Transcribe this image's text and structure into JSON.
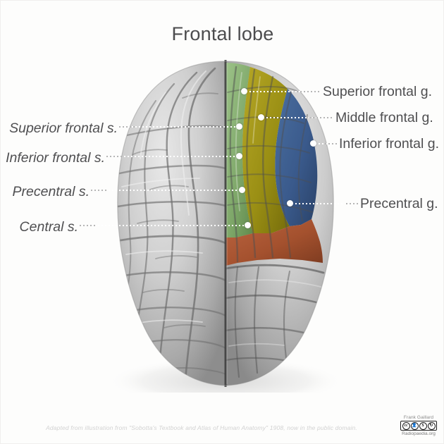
{
  "page": {
    "title": "Frontal lobe",
    "background_color": "#fdfdfc"
  },
  "figure": {
    "subject": "human-brain-superior-view",
    "description": "Superior (top-down) view of a human brain with the right frontal lobe regions color-coded",
    "hemispheres": {
      "left": "grayscale",
      "right": "color-coded frontal lobe"
    },
    "regions": [
      {
        "name": "Superior frontal gyrus",
        "color": "#7fa86a",
        "color_name": "green"
      },
      {
        "name": "Middle frontal gyrus",
        "color": "#9a8f14",
        "color_name": "olive"
      },
      {
        "name": "Inferior frontal gyrus",
        "color": "#3a5a8c",
        "color_name": "blue"
      },
      {
        "name": "Precentral gyrus",
        "color": "#a4512e",
        "color_name": "red-brown"
      }
    ]
  },
  "labels": {
    "left": [
      {
        "text": "Superior frontal s.",
        "style": "italic",
        "kind": "sulcus"
      },
      {
        "text": "Inferior frontal s.",
        "style": "italic",
        "kind": "sulcus"
      },
      {
        "text": "Precentral s.",
        "style": "italic",
        "kind": "sulcus"
      },
      {
        "text": "Central s.",
        "style": "italic",
        "kind": "sulcus"
      }
    ],
    "right": [
      {
        "text": "Superior frontal g.",
        "style": "normal",
        "kind": "gyrus"
      },
      {
        "text": "Middle frontal g.",
        "style": "normal",
        "kind": "gyrus"
      },
      {
        "text": "Inferior frontal g.",
        "style": "normal",
        "kind": "gyrus"
      },
      {
        "text": "Precentral g.",
        "style": "normal",
        "kind": "gyrus"
      }
    ]
  },
  "footer": {
    "attribution": "Adapted from illustration from \"Sobotta's Textbook and Atlas of Human Anatomy\" 1908, now in the public domain.",
    "watermark": {
      "author": "Frank Gaillard",
      "site": "Radiopaedia.org",
      "license_marks": [
        "CC",
        "BY",
        "NC",
        "SA"
      ]
    }
  }
}
